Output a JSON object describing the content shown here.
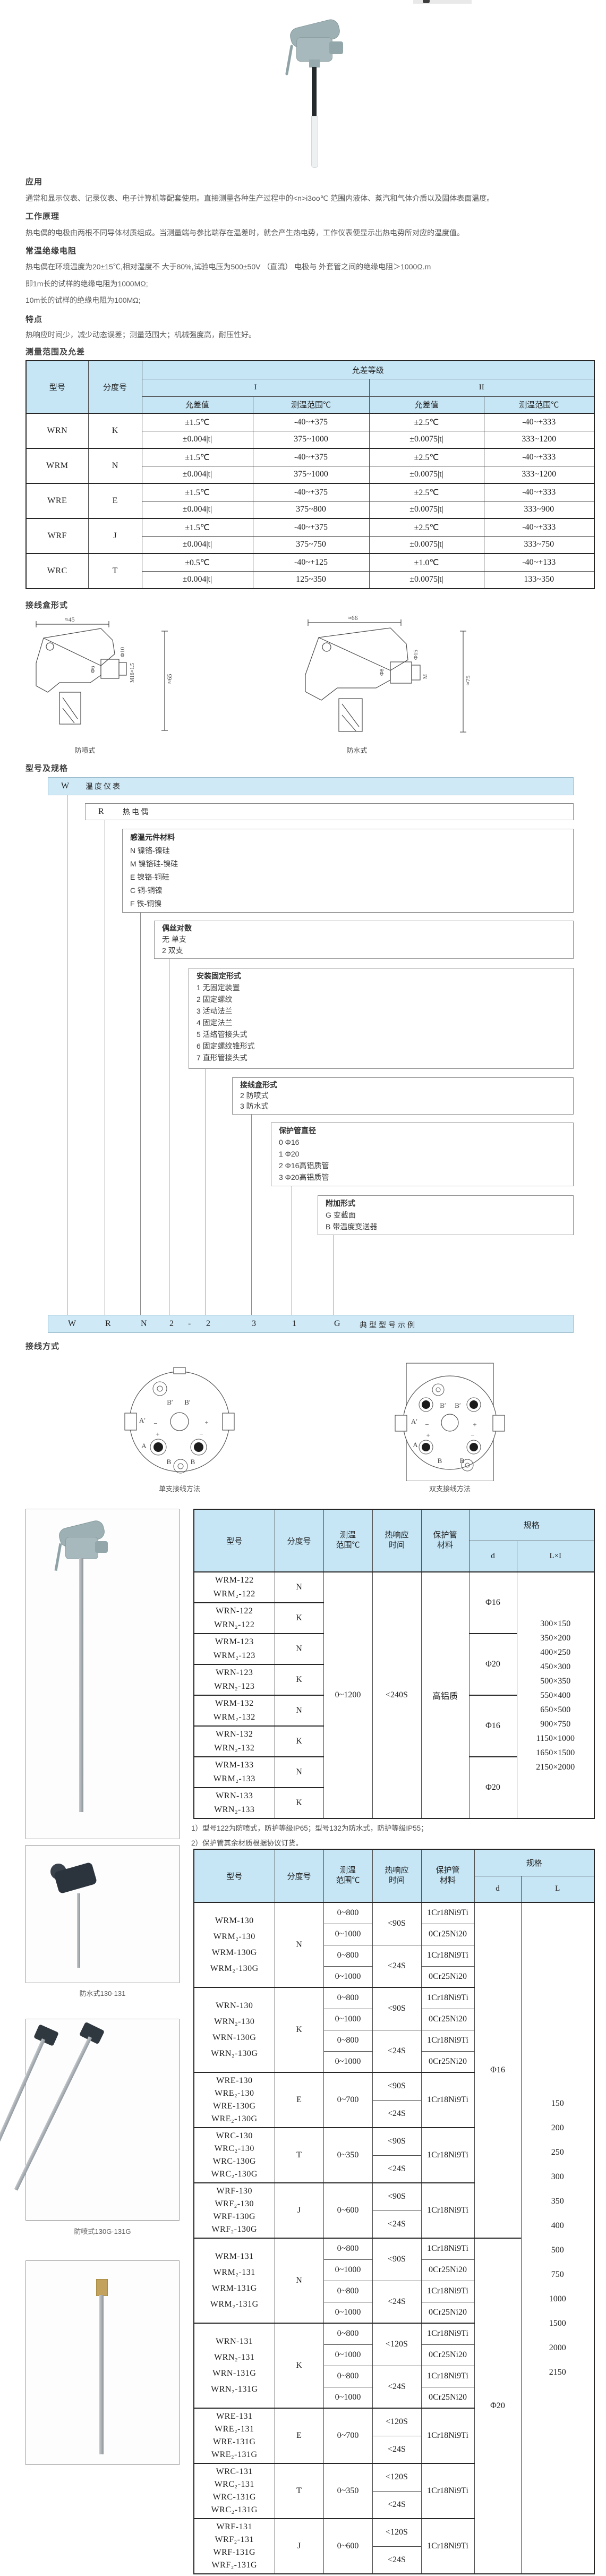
{
  "headings": {
    "application": "应用",
    "working_principle": "工作原理",
    "insulation": "常温绝缘电阻",
    "features": "特点",
    "range_tolerance": "测量范围及允差",
    "junction_box": "接线盒形式",
    "model_spec": "型号及规格",
    "wiring": "接线方式"
  },
  "paragraphs": {
    "application": "通常和显示仪表、记录仪表、电子计算机等配套使用。直接测量各种生产过程中的<n>i3oo℃ 范围内液体、蒸汽和气体介质以及固体表面温度。",
    "working_principle": "热电偶的电极由两根不同导体材质组成。当测量端与参比端存在温差时，就会产生热电势，工作仪表便显示出热电势所对应的温度值。",
    "insulation_1": "热电偶在环境温度为20±15℃,相对湿度不 大于80%,试验电压为500±50V （直流） 电极与 外套管之间的绝缘电阻＞1000Ω.m",
    "insulation_2": "即1m长的试样的绝缘电阻为1000MΩ;",
    "insulation_3": "10m长的试样的绝缘电阻为100MΩ;",
    "features": "热响应时间少，减少动态误差；测量范围大；机械强度高，耐压性好。"
  },
  "tolerance_table": {
    "headers": {
      "model": "型号",
      "graduation": "分度号",
      "tclass": "允差等级",
      "c1": "I",
      "c2": "II",
      "tval": "允差值",
      "trange": "测温范围℃"
    },
    "rows": [
      {
        "model": "WRN",
        "graduation": "K",
        "sub": [
          [
            "±1.5℃",
            "-40~+375",
            "±2.5℃",
            "-40~+333"
          ],
          [
            "±0.004|t|",
            "375~1000",
            "±0.0075|t|",
            "333~1200"
          ]
        ]
      },
      {
        "model": "WRM",
        "graduation": "N",
        "sub": [
          [
            "±1.5℃",
            "-40~+375",
            "±2.5℃",
            "-40~+333"
          ],
          [
            "±0.004|t|",
            "375~1000",
            "±0.0075|t|",
            "333~1200"
          ]
        ]
      },
      {
        "model": "WRE",
        "graduation": "E",
        "sub": [
          [
            "±1.5℃",
            "-40~+375",
            "±2.5℃",
            "-40~+333"
          ],
          [
            "±0.004|t|",
            "375~800",
            "±0.0075|t|",
            "333~900"
          ]
        ]
      },
      {
        "model": "WRF",
        "graduation": "J",
        "sub": [
          [
            "±1.5℃",
            "-40~+375",
            "±2.5℃",
            "-40~+333"
          ],
          [
            "±0.004|t|",
            "375~750",
            "±0.0075|t|",
            "333~750"
          ]
        ]
      },
      {
        "model": "WRC",
        "graduation": "T",
        "sub": [
          [
            "±0.5℃",
            "-40~+125",
            "±1.0℃",
            "-40~+133"
          ],
          [
            "±0.004|t|",
            "125~350",
            "±0.0075|t|",
            "133~350"
          ]
        ]
      }
    ]
  },
  "junction": {
    "left_label": "防喷式",
    "right_label": "防水式",
    "left_dims": [
      "≈45",
      "Φ6",
      "Φ10",
      "M16×1.5",
      "≈65"
    ],
    "right_dims": [
      "≈66",
      "Φ8",
      "Φ15",
      "M",
      "≈75"
    ]
  },
  "tree": {
    "root_code": "W",
    "root_label": "温度仪表",
    "l2_code": "R",
    "l2_label": "热电偶",
    "boxes": [
      {
        "title": "感温元件材料",
        "items": [
          "N 镍铬-镍硅",
          "M 镍铬硅-镍硅",
          "E 镍铬-铜硅",
          "C 铜-铜镍",
          "F 铁-铜镍"
        ]
      },
      {
        "title": "偶丝对数",
        "items": [
          "无 单支",
          "2 双支"
        ]
      },
      {
        "title": "安装固定形式",
        "items": [
          "1 无固定装置",
          "2 固定螺纹",
          "3 活动法兰",
          "4 固定法兰",
          "5 活络管接头式",
          "6 固定螺纹锥形式",
          "7 直形管接头式"
        ]
      },
      {
        "title": "接线盒形式",
        "items": [
          "2 防喷式",
          "3 防水式"
        ]
      },
      {
        "title": "保护管直径",
        "items": [
          "0 Φ16",
          "1 Φ20",
          "2 Φ16高铝质管",
          "3 Φ20高铝质管"
        ]
      },
      {
        "title": "附加形式",
        "items": [
          "G 变截面",
          "B 带温度变送器"
        ]
      }
    ],
    "example_codes": [
      "W",
      "R",
      "N",
      "2",
      "-",
      "2",
      "3",
      "1",
      "G"
    ],
    "example_label": "典型型号示例"
  },
  "wiring": {
    "left_label": "单支接线方法",
    "right_label": "双支接线方法",
    "labels": {
      "a": "A",
      "ap": "A′",
      "b": "B",
      "bp": "B′",
      "plus": "+",
      "minus": "−"
    }
  },
  "spec_headers": {
    "model": "型号",
    "graduation": "分度号",
    "temp1": "测温",
    "temp2": "范围℃",
    "resp1": "热响应",
    "resp2": "时间",
    "mat1": "保护管",
    "mat2": "材料",
    "spec": "规格",
    "d": "d"
  },
  "spec_table_1": {
    "l_label": "L×I",
    "groups": [
      {
        "models": [
          "WRM-122",
          "WRM₂-122"
        ],
        "gra": "N",
        "rows": 1
      },
      {
        "models": [
          "WRN-122",
          "WRN₂-122"
        ],
        "gra": "K",
        "rows": 1
      },
      {
        "models": [
          "WRM-123",
          "WRM₂-123"
        ],
        "gra": "N",
        "rows": 1
      },
      {
        "models": [
          "WRN-123",
          "WRN₂-123"
        ],
        "gra": "K",
        "rows": 1
      },
      {
        "models": [
          "WRM-132",
          "WRM₂-132"
        ],
        "gra": "N",
        "rows": 1
      },
      {
        "models": [
          "WRN-132",
          "WRN₂-132"
        ],
        "gra": "K",
        "rows": 1
      },
      {
        "models": [
          "WRM-133",
          "WRM₂-133"
        ],
        "gra": "N",
        "rows": 1
      },
      {
        "models": [
          "WRN-133",
          "WRN₂-133"
        ],
        "gra": "K",
        "rows": 1
      }
    ],
    "temp_spans": [
      {
        "text": "0~1200",
        "rows": 8
      }
    ],
    "resp_spans": [
      {
        "text": "<240S",
        "rows": 8
      }
    ],
    "mat_spans": [
      {
        "text": "高铝质",
        "rows": 8
      }
    ],
    "d_spans": [
      {
        "text": "Φ16",
        "rows": 2
      },
      {
        "text": "Φ20",
        "rows": 2
      },
      {
        "text": "Φ16",
        "rows": 2
      },
      {
        "text": "Φ20",
        "rows": 2
      }
    ],
    "l_spans": [
      {
        "values": [
          "300×150",
          "350×200",
          "400×250",
          "450×300",
          "500×350",
          "550×400",
          "650×500",
          "900×750",
          "1150×1000",
          "1650×1500",
          "2150×2000"
        ],
        "rows": 8
      }
    ]
  },
  "notes": {
    "n1": "1）型号122为防喷式，防护等级IP65；型号132为防水式，防护等级IP55；",
    "n2": "2）保护管其余材质根据协议订货。"
  },
  "spec_table_2": {
    "l_label": "L",
    "groups": [
      {
        "models": [
          "WRM-130",
          "WRM₂-130",
          "WRM-130G",
          "WRM₂-130G"
        ],
        "gra": "N",
        "rows": 4
      },
      {
        "models": [
          "WRN-130",
          "WRN₂-130",
          "WRN-130G",
          "WRN₂-130G"
        ],
        "gra": "K",
        "rows": 4
      },
      {
        "models": [
          "WRE-130",
          "WRE₂-130",
          "WRE-130G",
          "WRE₂-130G"
        ],
        "gra": "E",
        "rows": 2
      },
      {
        "models": [
          "WRC-130",
          "WRC₂-130",
          "WRC-130G",
          "WRC₂-130G"
        ],
        "gra": "T",
        "rows": 2
      },
      {
        "models": [
          "WRF-130",
          "WRF₂-130",
          "WRF-130G",
          "WRF₂-130G"
        ],
        "gra": "J",
        "rows": 2
      },
      {
        "models": [
          "WRM-131",
          "WRM₂-131",
          "WRM-131G",
          "WRM₂-131G"
        ],
        "gra": "N",
        "rows": 4
      },
      {
        "models": [
          "WRN-131",
          "WRN₂-131",
          "WRN-131G",
          "WRN₂-131G"
        ],
        "gra": "K",
        "rows": 4
      },
      {
        "models": [
          "WRE-131",
          "WRE₂-131",
          "WRE-131G",
          "WRE₂-131G"
        ],
        "gra": "E",
        "rows": 2
      },
      {
        "models": [
          "WRC-131",
          "WRC₂-131",
          "WRC-131G",
          "WRC₂-131G"
        ],
        "gra": "T",
        "rows": 2
      },
      {
        "models": [
          "WRF-131",
          "WRF₂-131",
          "WRF-131G",
          "WRF₂-131G"
        ],
        "gra": "J",
        "rows": 2
      }
    ],
    "temp_spans": [
      {
        "text": "0~800",
        "rows": 1
      },
      {
        "text": "0~1000",
        "rows": 1
      },
      {
        "text": "0~800",
        "rows": 1
      },
      {
        "text": "0~1000",
        "rows": 1
      },
      {
        "text": "0~800",
        "rows": 1
      },
      {
        "text": "0~1000",
        "rows": 1
      },
      {
        "text": "0~800",
        "rows": 1
      },
      {
        "text": "0~1000",
        "rows": 1
      },
      {
        "text": "0~700",
        "rows": 2
      },
      {
        "text": "0~350",
        "rows": 2
      },
      {
        "text": "0~600",
        "rows": 2
      },
      {
        "text": "0~800",
        "rows": 1
      },
      {
        "text": "0~1000",
        "rows": 1
      },
      {
        "text": "0~800",
        "rows": 1
      },
      {
        "text": "0~1000",
        "rows": 1
      },
      {
        "text": "0~800",
        "rows": 1
      },
      {
        "text": "0~1000",
        "rows": 1
      },
      {
        "text": "0~800",
        "rows": 1
      },
      {
        "text": "0~1000",
        "rows": 1
      },
      {
        "text": "0~700",
        "rows": 2
      },
      {
        "text": "0~350",
        "rows": 2
      },
      {
        "text": "0~600",
        "rows": 2
      }
    ],
    "resp_spans": [
      {
        "text": "<90S",
        "rows": 2
      },
      {
        "text": "<24S",
        "rows": 2
      },
      {
        "text": "<90S",
        "rows": 2
      },
      {
        "text": "<24S",
        "rows": 2
      },
      {
        "text": "<90S",
        "rows": 1
      },
      {
        "text": "<24S",
        "rows": 1
      },
      {
        "text": "<90S",
        "rows": 1
      },
      {
        "text": "<24S",
        "rows": 1
      },
      {
        "text": "<90S",
        "rows": 1
      },
      {
        "text": "<24S",
        "rows": 1
      },
      {
        "text": "<90S",
        "rows": 2
      },
      {
        "text": "<24S",
        "rows": 2
      },
      {
        "text": "<120S",
        "rows": 2
      },
      {
        "text": "<24S",
        "rows": 2
      },
      {
        "text": "<120S",
        "rows": 1
      },
      {
        "text": "<24S",
        "rows": 1
      },
      {
        "text": "<120S",
        "rows": 1
      },
      {
        "text": "<24S",
        "rows": 1
      },
      {
        "text": "<120S",
        "rows": 1
      },
      {
        "text": "<24S",
        "rows": 1
      }
    ],
    "mat_spans": [
      {
        "text": "1Cr18Ni9Ti",
        "rows": 1
      },
      {
        "text": "0Cr25Ni20",
        "rows": 1
      },
      {
        "text": "1Cr18Ni9Ti",
        "rows": 1
      },
      {
        "text": "0Cr25Ni20",
        "rows": 1
      },
      {
        "text": "1Cr18Ni9Ti",
        "rows": 1
      },
      {
        "text": "0Cr25Ni20",
        "rows": 1
      },
      {
        "text": "1Cr18Ni9Ti",
        "rows": 1
      },
      {
        "text": "0Cr25Ni20",
        "rows": 1
      },
      {
        "text": "1Cr18Ni9Ti",
        "rows": 2
      },
      {
        "text": "1Cr18Ni9Ti",
        "rows": 2
      },
      {
        "text": "1Cr18Ni9Ti",
        "rows": 2
      },
      {
        "text": "1Cr18Ni9Ti",
        "rows": 1
      },
      {
        "text": "0Cr25Ni20",
        "rows": 1
      },
      {
        "text": "1Cr18Ni9Ti",
        "rows": 1
      },
      {
        "text": "0Cr25Ni20",
        "rows": 1
      },
      {
        "text": "1Cr18Ni9Ti",
        "rows": 1
      },
      {
        "text": "0Cr25Ni20",
        "rows": 1
      },
      {
        "text": "1Cr18Ni9Ti",
        "rows": 1
      },
      {
        "text": "0Cr25Ni20",
        "rows": 1
      },
      {
        "text": "1Cr18Ni9Ti",
        "rows": 2
      },
      {
        "text": "1Cr18Ni9Ti",
        "rows": 2
      },
      {
        "text": "1Cr18Ni9Ti",
        "rows": 2
      }
    ],
    "d_spans": [
      {
        "text": "Φ16",
        "rows": 14
      },
      {
        "text": "Φ20",
        "rows": 14
      }
    ],
    "l_spans": [
      {
        "values": [
          "150",
          "200",
          "250",
          "300",
          "350",
          "400",
          "500",
          "750",
          "1000",
          "1500",
          "2000",
          "2150"
        ],
        "rows": 28
      }
    ]
  },
  "photo_captions": {
    "c1": "防水式130·131",
    "c2": "防喷式130G·131G"
  }
}
